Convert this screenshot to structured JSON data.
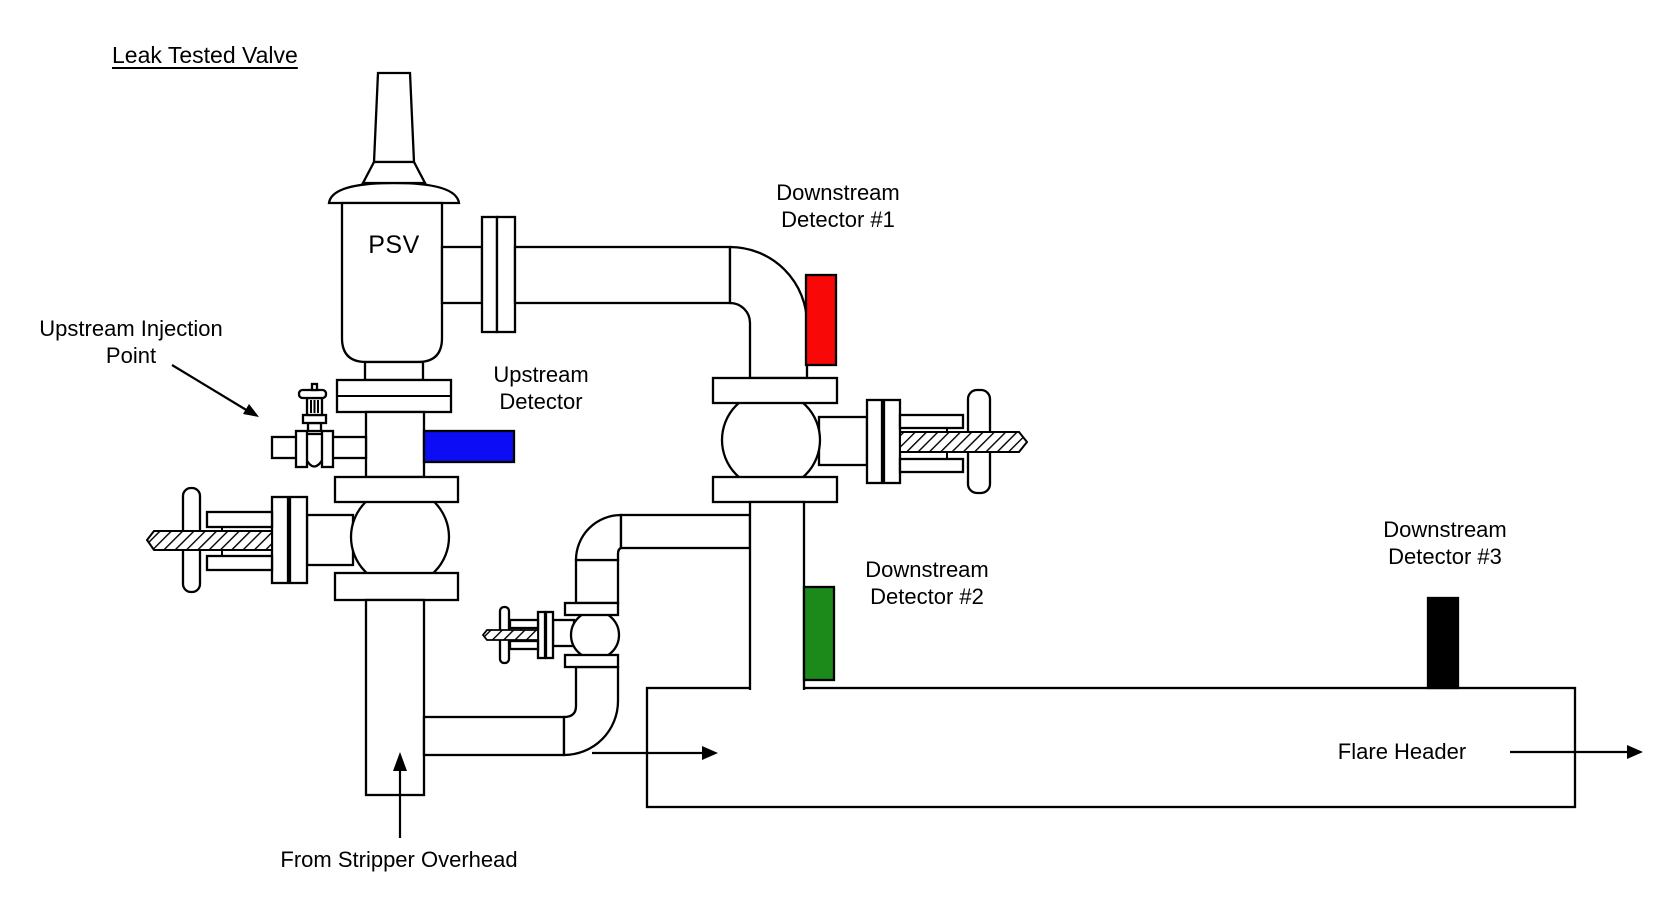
{
  "diagram_title": "Leak Tested Valve",
  "equipment": {
    "psv_label": "PSV",
    "flare_header_label": "Flare Header",
    "inlet_stream_label": "From Stripper Overhead"
  },
  "annotations": {
    "upstream_injection_point": {
      "line1": "Upstream Injection",
      "line2": "Point"
    },
    "upstream_detector": {
      "line1": "Upstream",
      "line2": "Detector",
      "color": "#0d0df5"
    },
    "downstream_detector_1": {
      "line1": "Downstream",
      "line2": "Detector #1",
      "color": "#f90808"
    },
    "downstream_detector_2": {
      "line1": "Downstream",
      "line2": "Detector #2",
      "color": "#1b8a1b"
    },
    "downstream_detector_3": {
      "line1": "Downstream",
      "line2": "Detector #3",
      "color": "#000000"
    }
  }
}
